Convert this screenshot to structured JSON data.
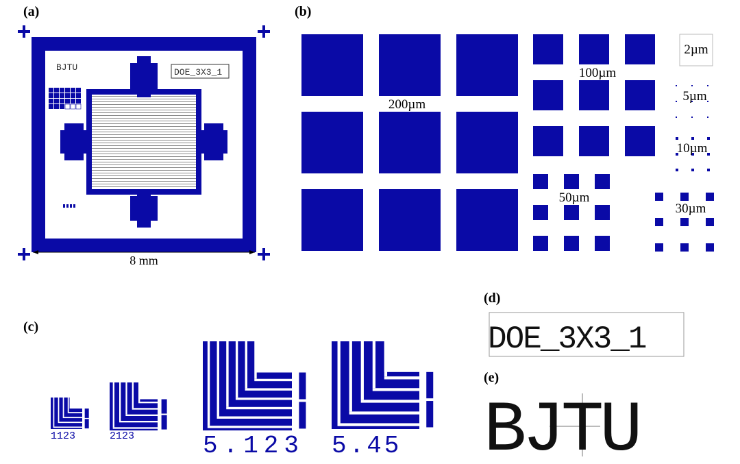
{
  "panels": {
    "a": {
      "label": "(a)",
      "dimension": "8 mm",
      "logo_text": "BJTU",
      "chip_name": "DOE_3X3_1"
    },
    "b": {
      "label": "(b)",
      "sizes": [
        "200µm",
        "100µm",
        "50µm",
        "30µm",
        "10µm",
        "5µm",
        "2µm"
      ]
    },
    "c": {
      "label": "(c)",
      "marks": [
        "1123",
        "2123",
        "5.123",
        "5.45"
      ]
    },
    "d": {
      "label": "(d)",
      "text": "DOE_3X3_1"
    },
    "e": {
      "label": "(e)",
      "text": "BJTU"
    }
  },
  "colors": {
    "pattern": "#0a0aa6",
    "background": "#ffffff"
  }
}
